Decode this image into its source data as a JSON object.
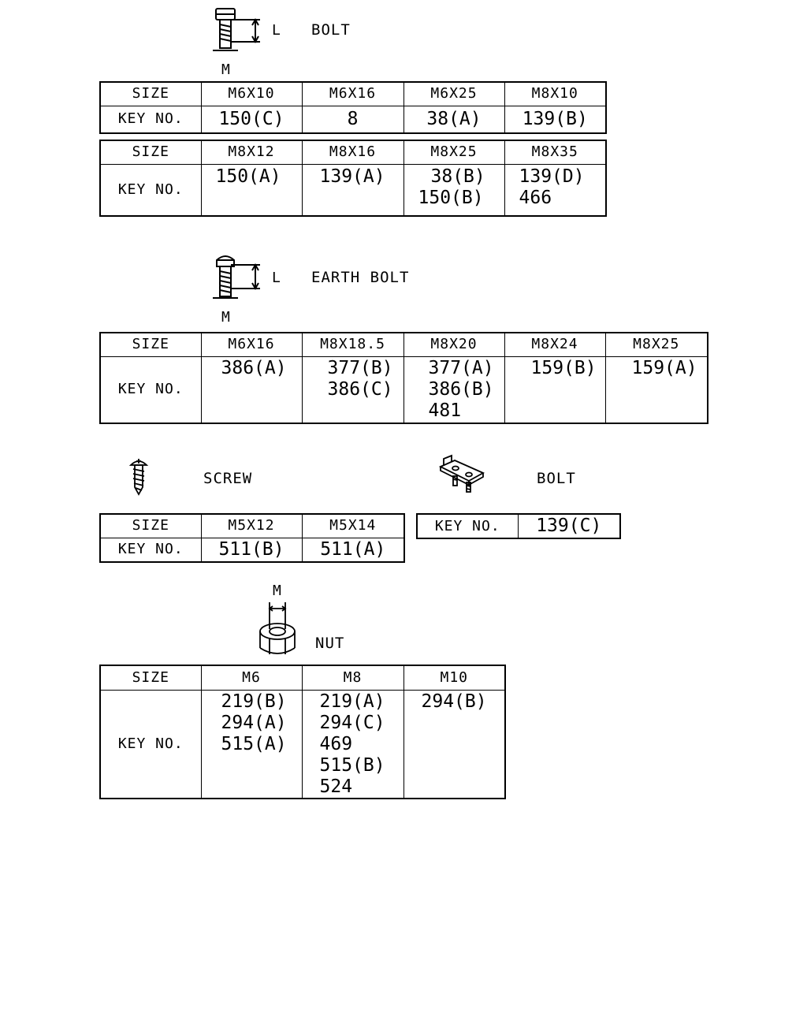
{
  "bolt": {
    "title": "BOLT",
    "dim_l": "L",
    "dim_m": "M",
    "table1": {
      "size_label": "SIZE",
      "key_label": "KEY NO.",
      "sizes": [
        "M6X10",
        "M6X16",
        "M6X25",
        "M8X10"
      ],
      "keys": [
        "150(C)",
        "8",
        "38(A)",
        "139(B)"
      ]
    },
    "table2": {
      "size_label": "SIZE",
      "key_label": "KEY NO.",
      "sizes": [
        "M8X12",
        "M8X16",
        "M8X25",
        "M8X35"
      ],
      "keys": [
        [
          "150(A)"
        ],
        [
          "139(A)"
        ],
        [
          "38(B)",
          "150(B)"
        ],
        [
          "139(D)",
          "466"
        ]
      ]
    }
  },
  "earth_bolt": {
    "title": "EARTH BOLT",
    "dim_l": "L",
    "dim_m": "M",
    "size_label": "SIZE",
    "key_label": "KEY NO.",
    "sizes": [
      "M6X16",
      "M8X18.5",
      "M8X20",
      "M8X24",
      "M8X25"
    ],
    "keys": [
      [
        "386(A)"
      ],
      [
        "377(B)",
        "386(C)"
      ],
      [
        "377(A)",
        "386(B)",
        "481"
      ],
      [
        "159(B)"
      ],
      [
        "159(A)"
      ]
    ]
  },
  "screw": {
    "title": "SCREW",
    "size_label": "SIZE",
    "key_label": "KEY NO.",
    "sizes": [
      "M5X12",
      "M5X14"
    ],
    "keys": [
      "511(B)",
      "511(A)"
    ]
  },
  "bracket_bolt": {
    "title": "BOLT",
    "key_label": "KEY NO.",
    "key": "139(C)"
  },
  "nut": {
    "title": "NUT",
    "dim_m": "M",
    "size_label": "SIZE",
    "key_label": "KEY NO.",
    "sizes": [
      "M6",
      "M8",
      "M10"
    ],
    "keys": [
      [
        "219(B)",
        "294(A)",
        "515(A)"
      ],
      [
        "219(A)",
        "294(C)",
        "469",
        "515(B)",
        "524"
      ],
      [
        "294(B)"
      ]
    ]
  }
}
